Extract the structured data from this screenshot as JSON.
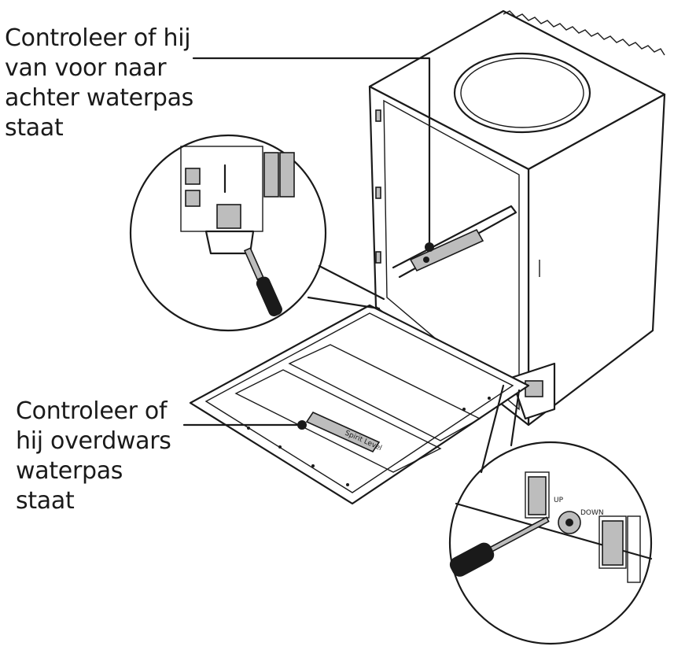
{
  "callouts": {
    "front_to_back": "Controleer of hij\nvan voor naar\nachter waterpas\nstaat",
    "side_to_side": "Controleer of\nhij overdwars\nwaterpas\nstaat"
  },
  "level_tool_text": "Spirit Level",
  "adjuster_marks": {
    "up": "UP",
    "down": "DOWN"
  },
  "colors": {
    "line": "#1a1a1a",
    "background": "#ffffff"
  }
}
